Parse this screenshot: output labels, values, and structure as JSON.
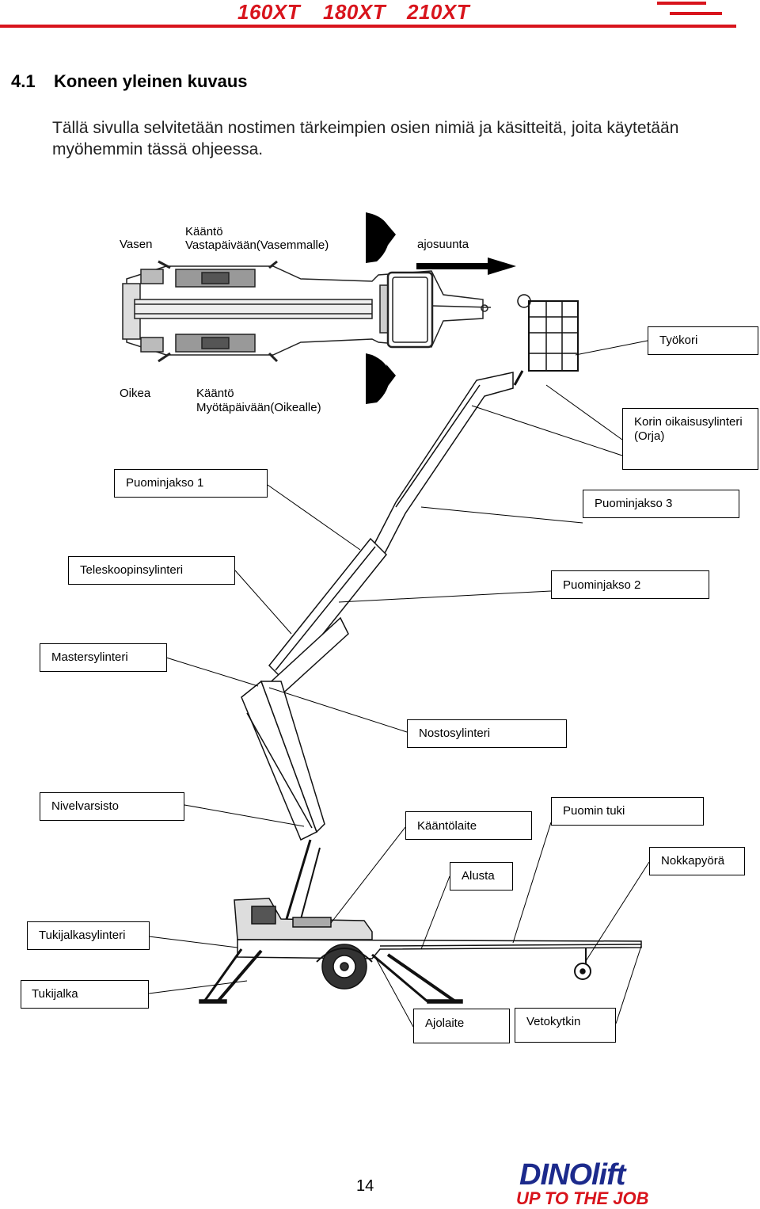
{
  "header": {
    "models": [
      "160XT",
      "180XT",
      "210XT"
    ]
  },
  "section": {
    "number": "4.1",
    "title": "Koneen yleinen kuvaus",
    "intro": "Tällä sivulla selvitetään nostimen tärkeimpien osien nimiä ja käsitteitä, joita käytetään myöhemmin tässä ohjeessa."
  },
  "top_view": {
    "left_label": "Vasen",
    "rotate_ccw_line1": "Kääntö",
    "rotate_ccw_line2": "Vastapäivään(Vasemmalle)",
    "direction_label": "ajosuunta",
    "right_label": "Oikea",
    "rotate_cw_line1": "Kääntö",
    "rotate_cw_line2": "Myötäpäivään(Oikealle)"
  },
  "parts": {
    "tyokori": "Työkori",
    "korin_line1": "Korin oikaisusylinteri",
    "korin_line2": "(Orja)",
    "puominjakso1": "Puominjakso 1",
    "puominjakso3": "Puominjakso 3",
    "teleskoopinsylinteri": "Teleskoopinsylinteri",
    "puominjakso2": "Puominjakso 2",
    "mastersylinteri": "Mastersylinteri",
    "nostosylinteri": "Nostosylinteri",
    "nivelvarsisto": "Nivelvarsisto",
    "kaantolaite": "Kääntölaite",
    "puomin_tuki": "Puomin tuki",
    "alusta": "Alusta",
    "nokkapyora": "Nokkapyörä",
    "tukijalkasylinteri": "Tukijalkasylinteri",
    "tukijalka": "Tukijalka",
    "ajolaite": "Ajolaite",
    "vetokytkin": "Vetokytkin"
  },
  "footer": {
    "page_number": "14",
    "logo_text": "DINOlift",
    "logo_tagline": "UP TO THE JOB"
  },
  "colors": {
    "brand_red": "#d8141c",
    "brand_blue": "#1c2a8c"
  }
}
